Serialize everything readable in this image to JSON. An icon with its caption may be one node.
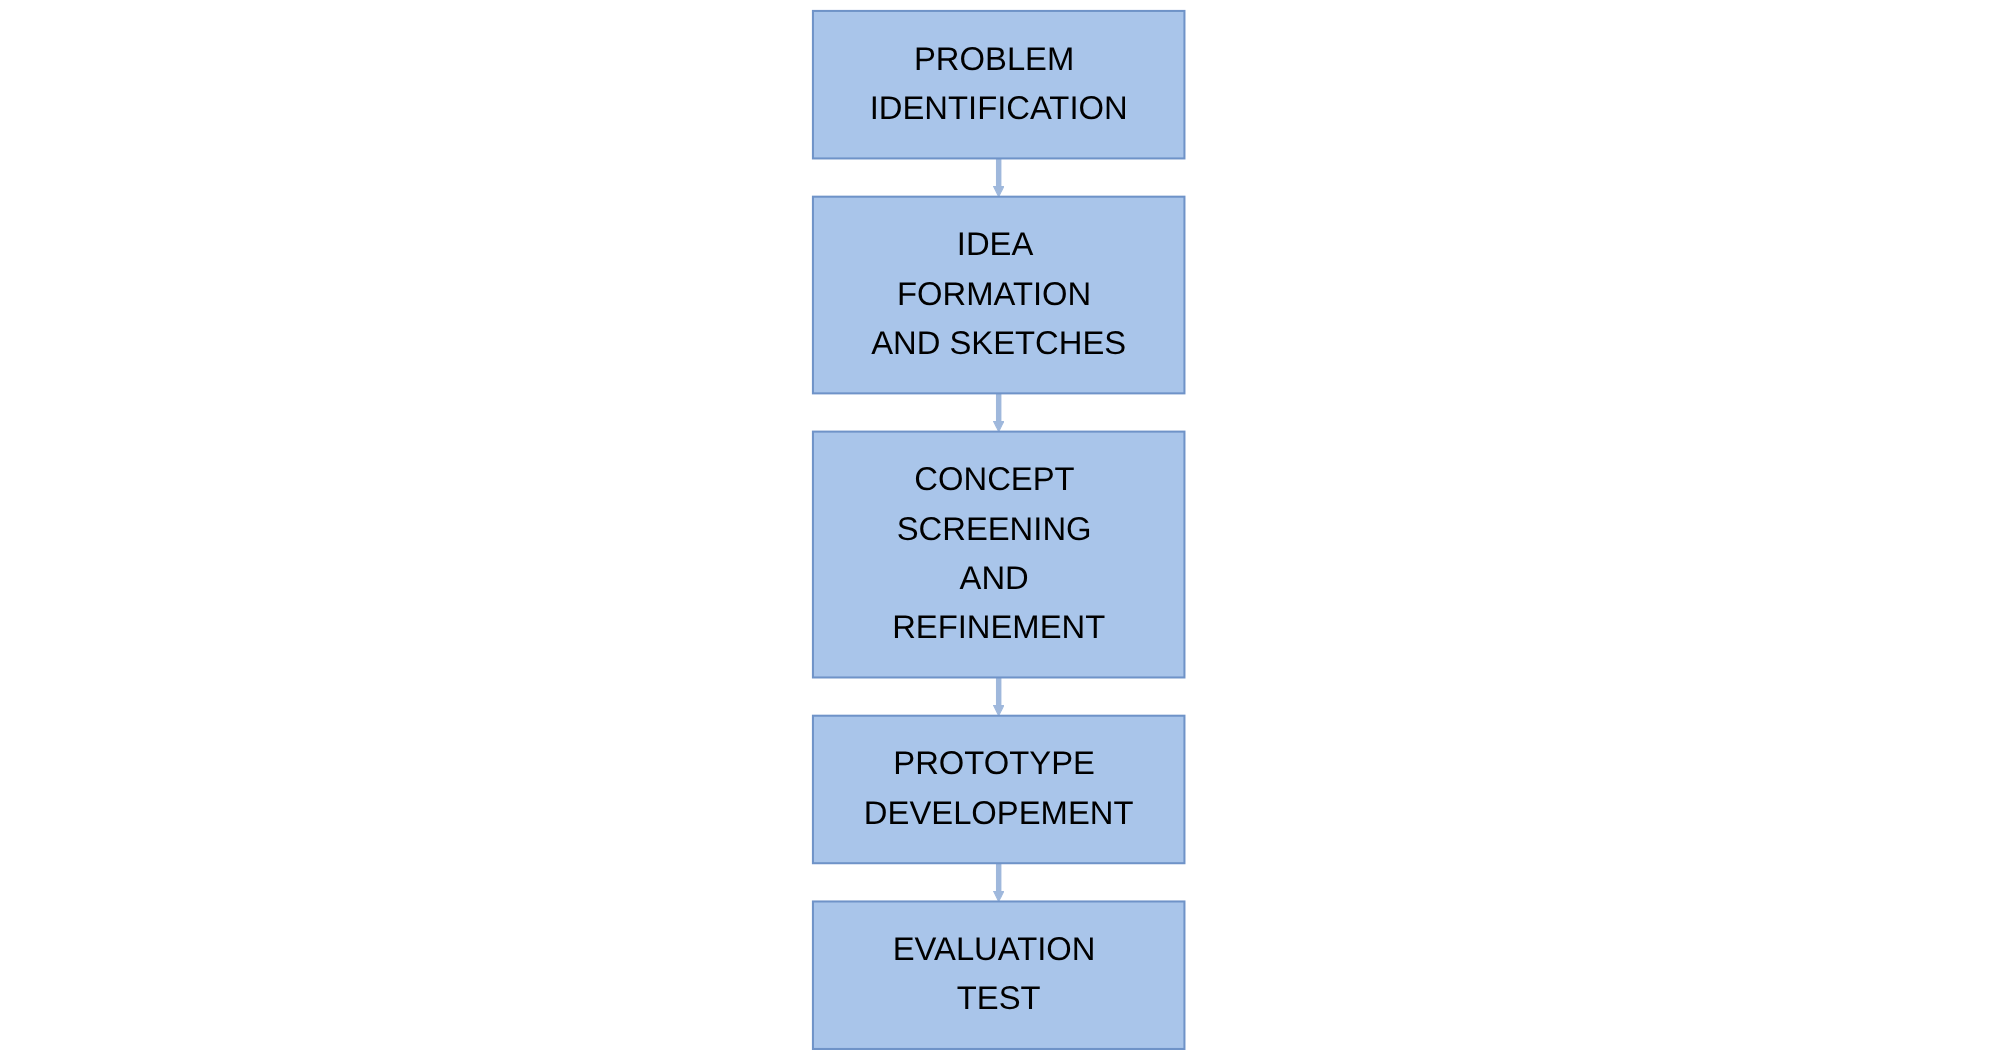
{
  "diagram": {
    "nodes": [
      {
        "text": [
          "PROBLEM IDENTIFICATION"
        ]
      },
      {
        "text": [
          "IDEA FORMATION AND SKETCHES"
        ]
      },
      {
        "text": [
          "CONCEPT SCREENING AND REFINEMENT"
        ]
      },
      {
        "text": [
          "PROTOTYPE DEVELOPEMENT"
        ]
      },
      {
        "text": [
          "EVALUATION TEST"
        ]
      }
    ],
    "edges": [
      {
        "from": 0,
        "to": 1,
        "arrow": "to"
      },
      {
        "from": 1,
        "to": 2,
        "arrow": "to"
      },
      {
        "from": 2,
        "to": 3,
        "arrow": "to"
      },
      {
        "from": 3,
        "to": 4,
        "arrow": "to"
      }
    ]
  }
}
